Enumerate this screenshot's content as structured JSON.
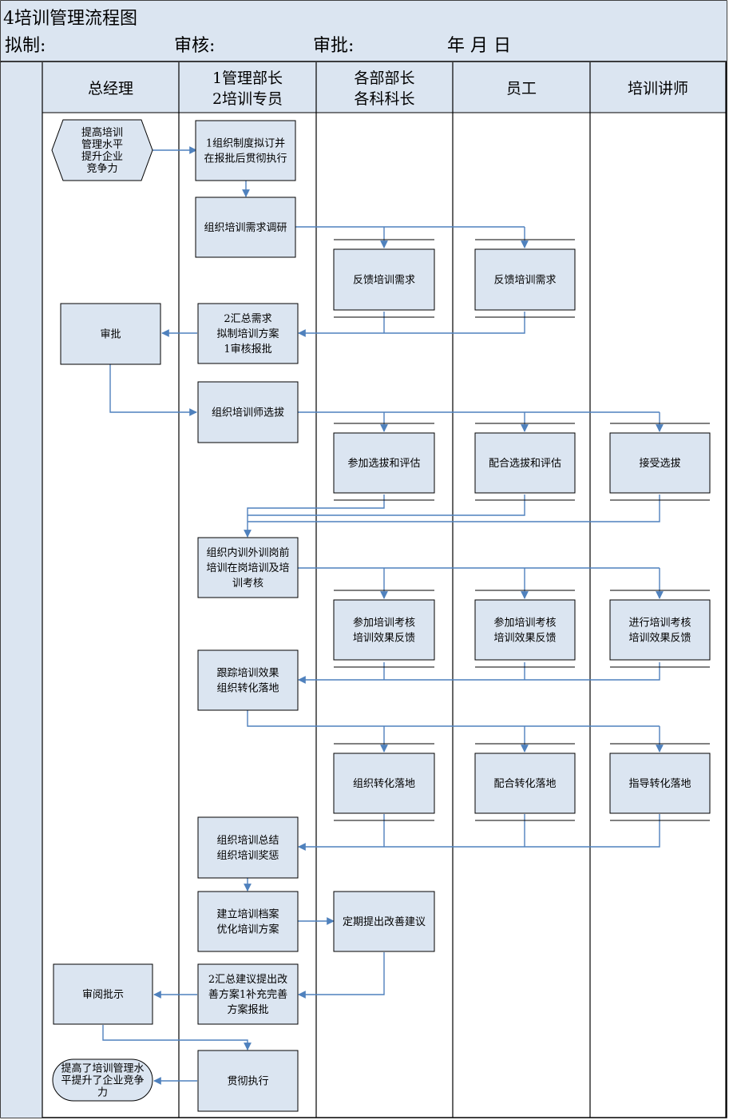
{
  "header": {
    "title": "4培训管理流程图",
    "drafted_label": "拟制:",
    "reviewed_label": "审核:",
    "approved_label": "审批:",
    "date_label": "年  月  日"
  },
  "lanes": [
    {
      "key": "gm",
      "lines": [
        "总经理"
      ]
    },
    {
      "key": "mgr",
      "lines": [
        "1管理部长",
        "2培训专员"
      ]
    },
    {
      "key": "dept",
      "lines": [
        "各部部长",
        "各科科长"
      ]
    },
    {
      "key": "staff",
      "lines": [
        "员工"
      ]
    },
    {
      "key": "trainer",
      "lines": [
        "培训讲师"
      ]
    }
  ],
  "nodes": {
    "start": [
      "提高培训",
      "管理水平",
      "提升企业",
      "竞争力"
    ],
    "n1": [
      "1组织制度拟订并",
      "在报批后贯彻执行"
    ],
    "n2": [
      "组织培训需求调研"
    ],
    "d1": [
      "反馈培训需求"
    ],
    "s1": [
      "反馈培训需求"
    ],
    "n3": [
      "2汇总需求",
      "拟制培训方案",
      "1审核报批"
    ],
    "g1": [
      "审批"
    ],
    "n4": [
      "组织培训师选拔"
    ],
    "d2": [
      "参加选拔和评估"
    ],
    "s2": [
      "配合选拔和评估"
    ],
    "t2": [
      "接受选拔"
    ],
    "n5": [
      "组织内训外训岗前",
      "培训在岗培训及培",
      "训考核"
    ],
    "d3": [
      "参加培训考核",
      "培训效果反馈"
    ],
    "s3": [
      "参加培训考核",
      "培训效果反馈"
    ],
    "t3": [
      "进行培训考核",
      "培训效果反馈"
    ],
    "n6": [
      "跟踪培训效果",
      "组织转化落地"
    ],
    "d4": [
      "组织转化落地"
    ],
    "s4": [
      "配合转化落地"
    ],
    "t4": [
      "指导转化落地"
    ],
    "n7": [
      "组织培训总结",
      "组织培训奖惩"
    ],
    "n8": [
      "建立培训档案",
      "优化培训方案"
    ],
    "d5": [
      "定期提出改善建议"
    ],
    "n9": [
      "2汇总建议提出改",
      "善方案1补充完善",
      "方案报批"
    ],
    "g2": [
      "审阅批示"
    ],
    "n10": [
      "贯彻执行"
    ],
    "end": [
      "提高了培训管理水",
      "平提升了企业竞争",
      "力"
    ]
  },
  "colors": {
    "box_fill": "#dbe5f1",
    "line": "#000000",
    "arrow": "#4f81bd",
    "header_fill": "#dbe5f1"
  }
}
